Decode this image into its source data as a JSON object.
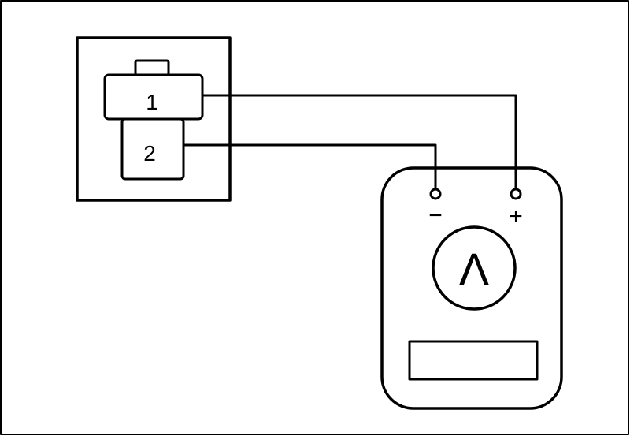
{
  "connector": {
    "pin1_label": "1",
    "pin2_label": "2"
  },
  "meter": {
    "negative_label": "−",
    "positive_label": "+",
    "gauge_symbol": "Λ"
  },
  "colors": {
    "ink": "#000000",
    "paper": "#ffffff"
  }
}
